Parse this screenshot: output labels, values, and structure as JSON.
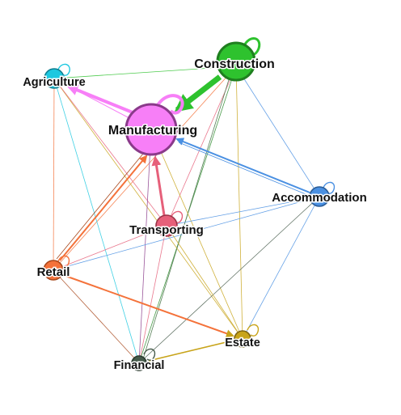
{
  "nodes": [
    {
      "id": "construction",
      "label": "Construction",
      "color": "#2ec22e",
      "border": "#1f7f1f"
    },
    {
      "id": "agriculture",
      "label": "Agriculture",
      "color": "#1ec8e0",
      "border": "#0e7f91"
    },
    {
      "id": "manufacturing",
      "label": "Manufacturing",
      "color": "#f77ff7",
      "border": "#8a3a8a"
    },
    {
      "id": "accommodation",
      "label": "Accommodation",
      "color": "#4a90e2",
      "border": "#2a5c96"
    },
    {
      "id": "transporting",
      "label": "Transporting",
      "color": "#e6607a",
      "border": "#9a3347"
    },
    {
      "id": "retail",
      "label": "Retail",
      "color": "#f4723a",
      "border": "#a8471b"
    },
    {
      "id": "estate",
      "label": "Estate",
      "color": "#c8a41a",
      "border": "#7d6410"
    },
    {
      "id": "financial",
      "label": "Financial",
      "color": "#455a4a",
      "border": "#2a3a2e"
    }
  ],
  "edges": [
    {
      "from": "construction",
      "to": "manufacturing",
      "weight": "strong"
    },
    {
      "from": "manufacturing",
      "to": "agriculture",
      "weight": "medium"
    },
    {
      "from": "accommodation",
      "to": "manufacturing",
      "weight": "medium"
    },
    {
      "from": "transporting",
      "to": "manufacturing",
      "weight": "medium"
    },
    {
      "from": "retail",
      "to": "manufacturing",
      "weight": "medium"
    },
    {
      "from": "retail",
      "to": "estate",
      "weight": "medium"
    },
    {
      "from": "financial",
      "to": "estate",
      "weight": "medium"
    }
  ]
}
